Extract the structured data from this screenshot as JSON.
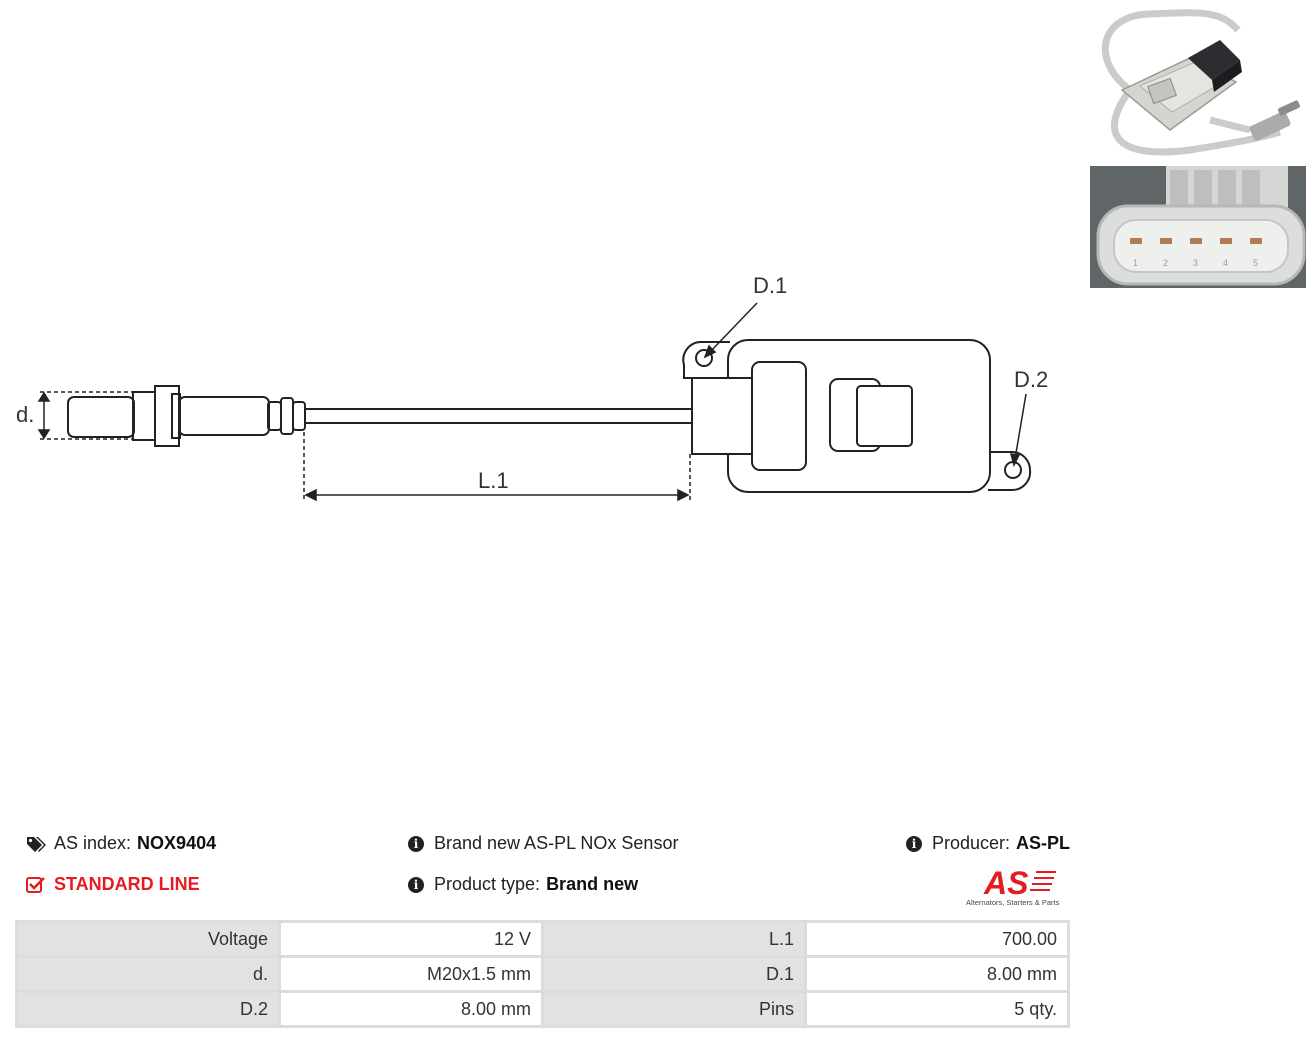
{
  "diagram": {
    "label_d": "d.",
    "label_l1": "L.1",
    "label_d1": "D.1",
    "label_d2": "D.2"
  },
  "photos": {
    "top": "sensor-photo",
    "bottom": "connector-photo",
    "pin_numbers": [
      "1",
      "2",
      "3",
      "4",
      "5"
    ]
  },
  "info": {
    "as_index_label": "AS index:",
    "as_index_value": "NOX9404",
    "standard_line": "STANDARD LINE",
    "description": "Brand new AS-PL NOx Sensor",
    "product_type_label": "Product type:",
    "product_type_value": "Brand new",
    "producer_label": "Producer:",
    "producer_value": "AS-PL"
  },
  "logo": {
    "mark": "AS",
    "tagline": "Alternators, Starters & Parts"
  },
  "specs": [
    [
      {
        "label": "Voltage",
        "value": "12 V"
      },
      {
        "label": "L.1",
        "value": "700.00"
      }
    ],
    [
      {
        "label": "d.",
        "value": "M20x1.5 mm"
      },
      {
        "label": "D.1",
        "value": "8.00 mm"
      }
    ],
    [
      {
        "label": "D.2",
        "value": "8.00 mm"
      },
      {
        "label": "Pins",
        "value": "5 qty."
      }
    ]
  ],
  "colors": {
    "accent": "#e41c23",
    "label_bg": "#e2e2e2",
    "border": "#dcdcdc"
  }
}
